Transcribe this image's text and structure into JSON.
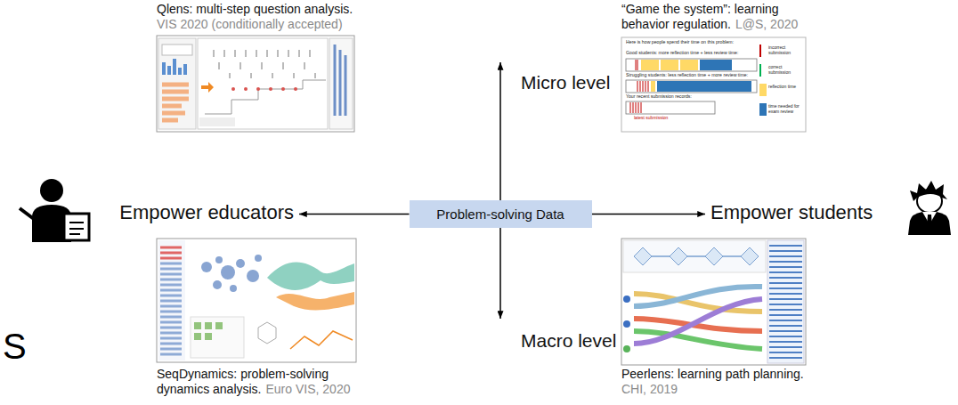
{
  "diagram": {
    "nodes": [
      {
        "text": [
          "Qlens: multi-step question analysis.",
          "VIS 2020 (conditionally accepted)"
        ]
      },
      {
        "text": [
          "“Game the system”: learning behavior regulation.",
          "L@S, 2020"
        ]
      },
      {
        "text": [
          "Micro level"
        ]
      },
      {
        "text": [
          "Empower educators"
        ]
      },
      {
        "text": [
          "Problem-solving Data"
        ]
      },
      {
        "text": [
          "Empower students"
        ]
      },
      {
        "text": [
          "Macro level"
        ]
      },
      {
        "text": [
          "SeqDynamics: problem-solving dynamics analysis.",
          "Euro VIS, 2020"
        ]
      },
      {
        "text": [
          "Peerlens: learning path planning.",
          "CHI, 2019"
        ]
      }
    ],
    "edges": [
      {
        "from": 4,
        "to": 2,
        "arrow": "to"
      },
      {
        "from": 4,
        "to": 3,
        "arrow": "to"
      },
      {
        "from": 4,
        "to": 5,
        "arrow": "to"
      },
      {
        "from": 4,
        "to": 6,
        "arrow": "to"
      }
    ],
    "labels": [
      "Here is how people spend their time on this problem:",
      "Good students: more reflection time + less review time:",
      "Struggling students: less reflection time + more review time:",
      "Your recent submission records:",
      "latest submission",
      "S"
    ],
    "legend": [
      {
        "text": "incorrect submission",
        "color": "#c00000"
      },
      {
        "text": "correct submission",
        "color": "#00b050"
      },
      {
        "text": "reflection time",
        "color": "#ffd966"
      },
      {
        "text": "time needed for exam review",
        "color": "#2e75b6"
      }
    ]
  }
}
